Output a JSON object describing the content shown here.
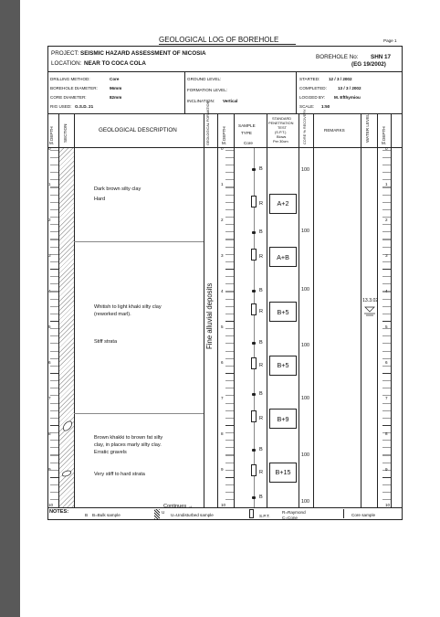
{
  "title": "GEOLOGICAL LOG OF BOREHOLE",
  "page": "Page 1",
  "project_label": "PROJECT:",
  "project": "SEISMIC HAZARD ASSESSMENT OF NICOSIA",
  "location_label": "LOCATION:",
  "location": "NEAR TO COCA COLA",
  "borehole_label": "BOREHOLE No:",
  "borehole_no": "SHN 17",
  "borehole_eg": "(EG 19/2002)",
  "info": {
    "drilling_method_label": "DRILLING METHOD:",
    "drilling_method": "Core",
    "borehole_diameter_label": "BOREHOLE DIAMETER:",
    "borehole_diameter": "96mm",
    "core_diameter_label": "CORE DIAMETER:",
    "core_diameter": "82mm",
    "rig_used_label": "RIG USED:",
    "rig_used": "G.S.D. 21",
    "ground_level_label": "GROUND LEVEL:",
    "formation_level_label": "FORMATION LEVEL:",
    "inclination_label": "INCLINATION:",
    "inclination": "Vertical",
    "started_label": "STARTED:",
    "started": "12 / 3 / 2002",
    "completed_label": "COMPLETED:",
    "completed": "13 / 3 / 2002",
    "logged_by_label": "LOGGED BY:",
    "logged_by": "M. Efthymiou",
    "scale_label": "SCALE:",
    "scale": "1:50"
  },
  "columns": {
    "depth": "DEPTH",
    "depth_unit": "M.",
    "section": "SECTION",
    "description": "GEOLOGICAL DESCRIPTION",
    "formation": "GEOLOGICAL FORMATION",
    "sample_type_1": "SAMPLE",
    "sample_type_2": "TYPE",
    "sample_type_3": "Core",
    "spt_1": "STANDARD",
    "spt_2": "PENETRATION",
    "spt_3": "TEST",
    "spt_4": "(S.P.T.)",
    "spt_5": "Blows",
    "spt_6": "Per 30cm",
    "core_recovery": "CORE % RECOVERY",
    "remarks": "REMARKS",
    "water_level": "WATER LEVEL"
  },
  "depth_labels": [
    "0",
    "1",
    "2",
    "3",
    "4",
    "5",
    "6",
    "7",
    "8",
    "9",
    "10"
  ],
  "descriptions": {
    "layer1_a": "Dark brown silty clay",
    "layer1_b": "Hard",
    "layer2_a": "Whitish to light khaki silty clay",
    "layer2_b": "(reworked marl).",
    "layer2_c": "Stiff strata",
    "layer3_a": "Brown khakki to brown fat silty",
    "layer3_b": "clay, in places marly silty clay.",
    "layer3_c": "Erratic gravels",
    "layer3_d": "Very stiff to hard strata",
    "continues": "Continues →"
  },
  "formation": "Fine alluvial  deposits",
  "samples": [
    {
      "type": "B",
      "depth": 0.55
    },
    {
      "type": "R",
      "depth": 1.5
    },
    {
      "type": "B",
      "depth": 2.3
    },
    {
      "type": "R",
      "depth": 3.0
    },
    {
      "type": "B",
      "depth": 3.95
    },
    {
      "type": "R",
      "depth": 4.55
    },
    {
      "type": "B",
      "depth": 5.4
    },
    {
      "type": "R",
      "depth": 6.05
    },
    {
      "type": "B",
      "depth": 6.85
    },
    {
      "type": "R",
      "depth": 7.55
    },
    {
      "type": "B",
      "depth": 8.4
    },
    {
      "type": "R",
      "depth": 9.05
    },
    {
      "type": "B",
      "depth": 9.75
    }
  ],
  "spt": [
    "A+2",
    "A+B",
    "B+5",
    "B+5",
    "B+9",
    "B+15"
  ],
  "recovery": [
    "100",
    "100",
    "100",
    "100",
    "100",
    "100",
    "100"
  ],
  "water_level": "13.3.02",
  "notes": {
    "label": "NOTES:",
    "bulk_symbol": "B",
    "bulk": "B=Bulk sample",
    "undisturbed_symbol": "U",
    "undisturbed": "U=Undisturbed sample",
    "spt": "S.P.T.",
    "raymond": "R=Raymond",
    "cone": "C=Cone",
    "core": "Core sample"
  }
}
